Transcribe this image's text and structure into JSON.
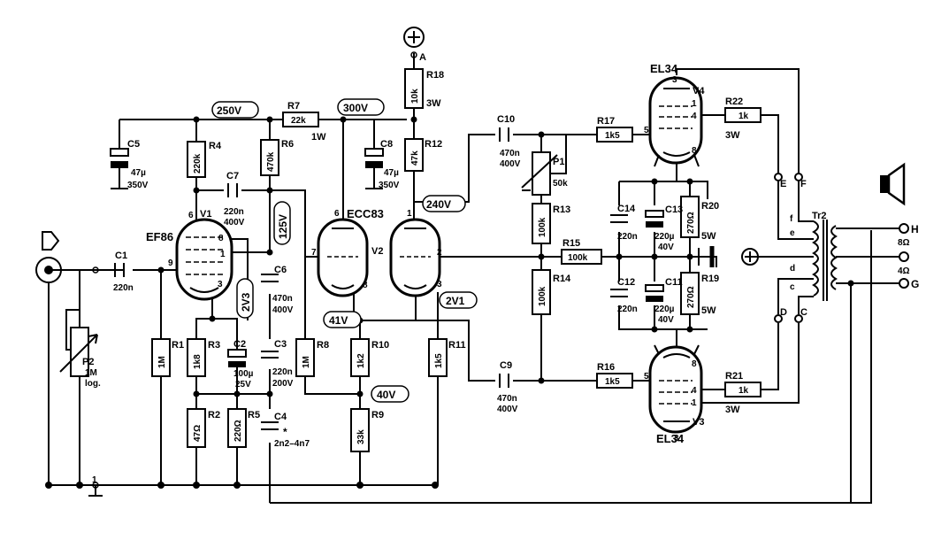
{
  "tubes": [
    {
      "ref": "V1",
      "type": "EF86"
    },
    {
      "ref": "V2",
      "type": "ECC83"
    },
    {
      "ref": "V3",
      "type": "EL34"
    },
    {
      "ref": "V4",
      "type": "EL34"
    }
  ],
  "resistors": [
    {
      "ref": "R1",
      "value": "1M"
    },
    {
      "ref": "R2",
      "value": "47Ω"
    },
    {
      "ref": "R3",
      "value": "1k8"
    },
    {
      "ref": "R4",
      "value": "220k"
    },
    {
      "ref": "R5",
      "value": "220Ω"
    },
    {
      "ref": "R6",
      "value": "470k"
    },
    {
      "ref": "R7",
      "value": "22k",
      "rating": "1W"
    },
    {
      "ref": "R8",
      "value": "1M"
    },
    {
      "ref": "R9",
      "value": "33k"
    },
    {
      "ref": "R10",
      "value": "1k2"
    },
    {
      "ref": "R11",
      "value": "1k5"
    },
    {
      "ref": "R12",
      "value": "47k"
    },
    {
      "ref": "R13",
      "value": "100k"
    },
    {
      "ref": "R14",
      "value": "100k"
    },
    {
      "ref": "R15",
      "value": "100k"
    },
    {
      "ref": "R16",
      "value": "1k5"
    },
    {
      "ref": "R17",
      "value": "1k5"
    },
    {
      "ref": "R18",
      "value": "10k",
      "rating": "3W"
    },
    {
      "ref": "R19",
      "value": "270Ω",
      "rating": "5W"
    },
    {
      "ref": "R20",
      "value": "270Ω",
      "rating": "5W"
    },
    {
      "ref": "R21",
      "value": "1k",
      "rating": "3W"
    },
    {
      "ref": "R22",
      "value": "1k",
      "rating": "3W"
    }
  ],
  "capacitors": [
    {
      "ref": "C1",
      "value": "220n"
    },
    {
      "ref": "C2",
      "value": "100µ",
      "rating": "25V"
    },
    {
      "ref": "C3",
      "value": "220n",
      "rating": "200V"
    },
    {
      "ref": "C4",
      "value": "2n2–4n7",
      "mark": "*"
    },
    {
      "ref": "C5",
      "value": "47µ",
      "rating": "350V"
    },
    {
      "ref": "C6",
      "value": "470n",
      "rating": "400V"
    },
    {
      "ref": "C7",
      "value": "220n",
      "rating": "400V"
    },
    {
      "ref": "C8",
      "value": "47µ",
      "rating": "350V"
    },
    {
      "ref": "C9",
      "value": "470n",
      "rating": "400V"
    },
    {
      "ref": "C10",
      "value": "470n",
      "rating": "400V"
    },
    {
      "ref": "C11",
      "value": "220µ",
      "rating": "40V"
    },
    {
      "ref": "C12",
      "value": "220n"
    },
    {
      "ref": "C13",
      "value": "220µ",
      "rating": "40V"
    },
    {
      "ref": "C14",
      "value": "220n"
    }
  ],
  "potentiometers": [
    {
      "ref": "P1",
      "value": "50k"
    },
    {
      "ref": "P2",
      "value": "1M",
      "taper": "log."
    }
  ],
  "voltages": [
    "250V",
    "300V",
    "240V",
    "125V",
    "2V3",
    "41V",
    "2V1",
    "40V"
  ],
  "supply": {
    "plus": "+",
    "node": "A",
    "transformer": "Tr2"
  },
  "transformer_taps": [
    "E",
    "F",
    "D",
    "C",
    "e",
    "f",
    "d",
    "c"
  ],
  "outputs": [
    {
      "terminal": "H",
      "impedance": "8Ω"
    },
    {
      "terminal": "",
      "impedance": "4Ω"
    },
    {
      "terminal": "G",
      "impedance": ""
    }
  ],
  "pins": [
    "6",
    "8",
    "1",
    "9",
    "3",
    "7",
    "2",
    "5",
    "4"
  ],
  "ground_label": "1"
}
